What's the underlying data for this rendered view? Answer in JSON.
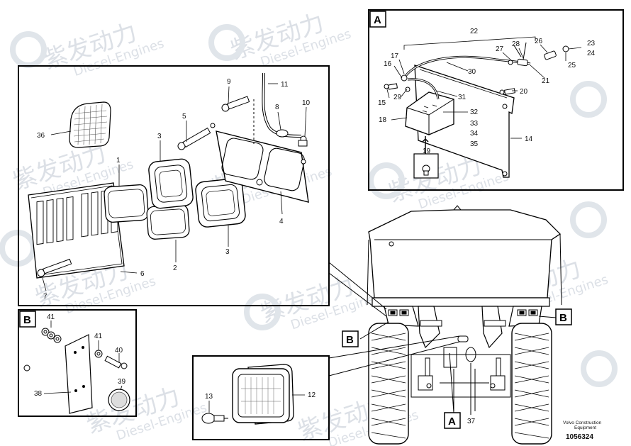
{
  "watermark": {
    "brand": "紫发动力",
    "sub": "Diesel-Engines"
  },
  "footer": {
    "line1": "Volvo Construction",
    "line2": "Equipment",
    "code": "1056324"
  },
  "detail_letters": {
    "a": "A",
    "b": "B"
  },
  "parts": {
    "p1": "1",
    "p2": "2",
    "p3a": "3",
    "p3b": "3",
    "p4": "4",
    "p5": "5",
    "p6": "6",
    "p7": "7",
    "p8": "8",
    "p9": "9",
    "p10": "10",
    "p11": "11",
    "p12": "12",
    "p13": "13",
    "p14": "14",
    "p15": "15",
    "p16": "16",
    "p17": "17",
    "p18": "18",
    "p19": "19",
    "p20": "20",
    "p21": "21",
    "p22": "22",
    "p23": "23",
    "p24": "24",
    "p25": "25",
    "p26": "26",
    "p27": "27",
    "p28": "28",
    "p29": "29",
    "p30": "30",
    "p31": "31",
    "p32": "32",
    "p33": "33",
    "p34": "34",
    "p35": "35",
    "p36": "36",
    "p37": "37",
    "p38": "38",
    "p39": "39",
    "p40": "40",
    "p41a": "41",
    "p41b": "41"
  }
}
